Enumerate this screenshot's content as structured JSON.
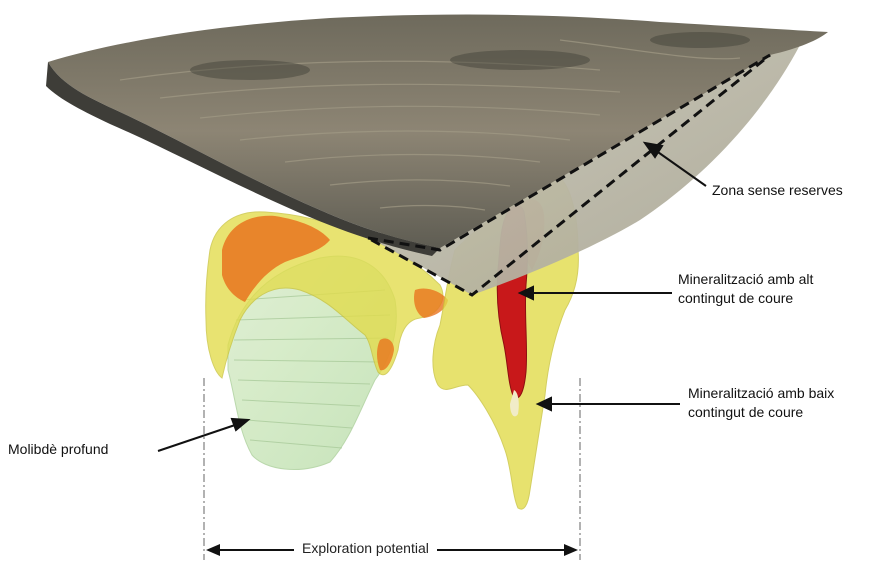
{
  "labels": {
    "zona_sense_reserves": "Zona sense reserves",
    "alt_contingut": "Mineralització amb alt\ncontingut de coure",
    "baix_contingut": "Mineralització amb baix\ncontingut de coure",
    "molibde_profund": "Molibdè profund",
    "exploration_potential": "Exploration potential"
  },
  "colors": {
    "terrain_dark": "#4a4841",
    "terrain_light": "#8a8270",
    "pit_wall": "#b9b6a6",
    "low_grade_yellow": "#e2dc4a",
    "high_grade_red": "#c8181a",
    "orange_zone": "#e8741e",
    "molybdenum_green": "#cfe9c4",
    "arrow": "#111111"
  }
}
